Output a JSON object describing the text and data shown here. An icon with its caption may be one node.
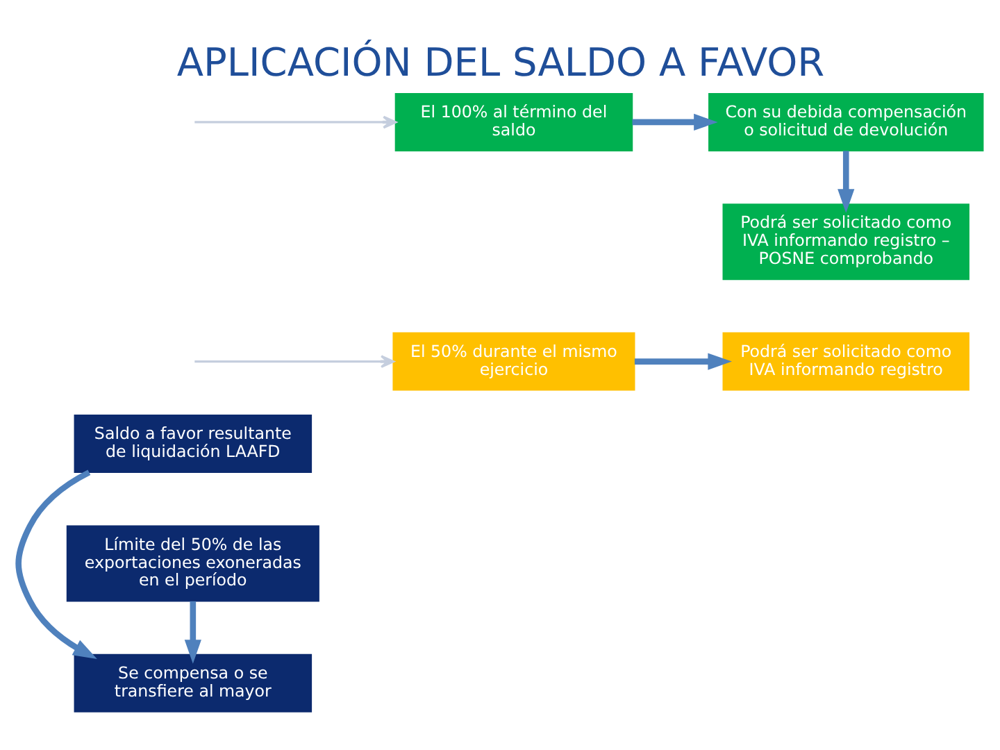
{
  "diagram": {
    "title": "APLICACIÓN DEL SALDO A FAVOR",
    "nodes": [
      {
        "text": [
          "Saldo a favor resultante de liquidación LAAFD"
        ]
      },
      {
        "text": [
          "Se compensa o se transfiere al mayor"
        ]
      },
      {
        "text": [
          "Límite del 50% de las exportaciones exoneradas en el período"
        ]
      },
      {
        "text": [
          "El 50% durante el mismo ejercicio"
        ]
      },
      {
        "text": [
          "Podrá ser solicitado como IVA informando registro"
        ]
      },
      {
        "text": [
          "El 100% al término del saldo"
        ]
      },
      {
        "text": [
          "Con su debida compensación o solicitud de devolución"
        ]
      },
      {
        "text": [
          "Podrá ser solicitado como IVA informando registro – POSNE comprobando"
        ]
      }
    ],
    "edges": [
      {
        "from": 0,
        "to": 1,
        "arrow": "to"
      },
      {
        "from": 2,
        "to": 1,
        "arrow": "to"
      },
      {
        "from": null,
        "to": 3,
        "arrow": "to",
        "color": "#c5cede"
      },
      {
        "from": null,
        "to": 5,
        "arrow": "to",
        "color": "#c5cede"
      },
      {
        "from": 3,
        "to": 4,
        "arrow": "to"
      },
      {
        "from": 5,
        "to": 6,
        "arrow": "to"
      },
      {
        "from": 6,
        "to": 7,
        "arrow": "to"
      }
    ]
  }
}
